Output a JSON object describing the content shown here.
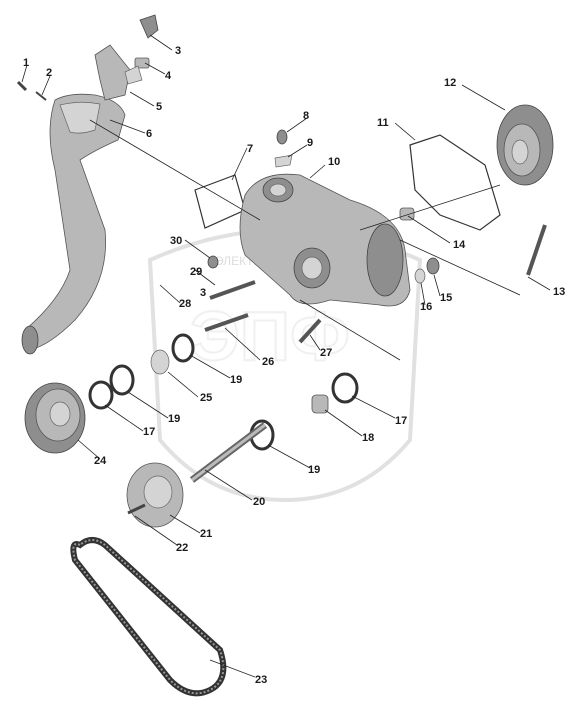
{
  "watermark": {
    "text": "ЭПФ",
    "subtext": "ЭЛЕКТРОННЫЙ"
  },
  "callouts": [
    "1",
    "2",
    "3",
    "4",
    "5",
    "6",
    "7",
    "8",
    "9",
    "10",
    "11",
    "12",
    "13",
    "14",
    "15",
    "16",
    "17",
    "18",
    "19",
    "20",
    "21",
    "22",
    "23",
    "24",
    "25",
    "26",
    "27",
    "28",
    "29",
    "30",
    "3",
    "17",
    "19",
    "19",
    "19"
  ]
}
